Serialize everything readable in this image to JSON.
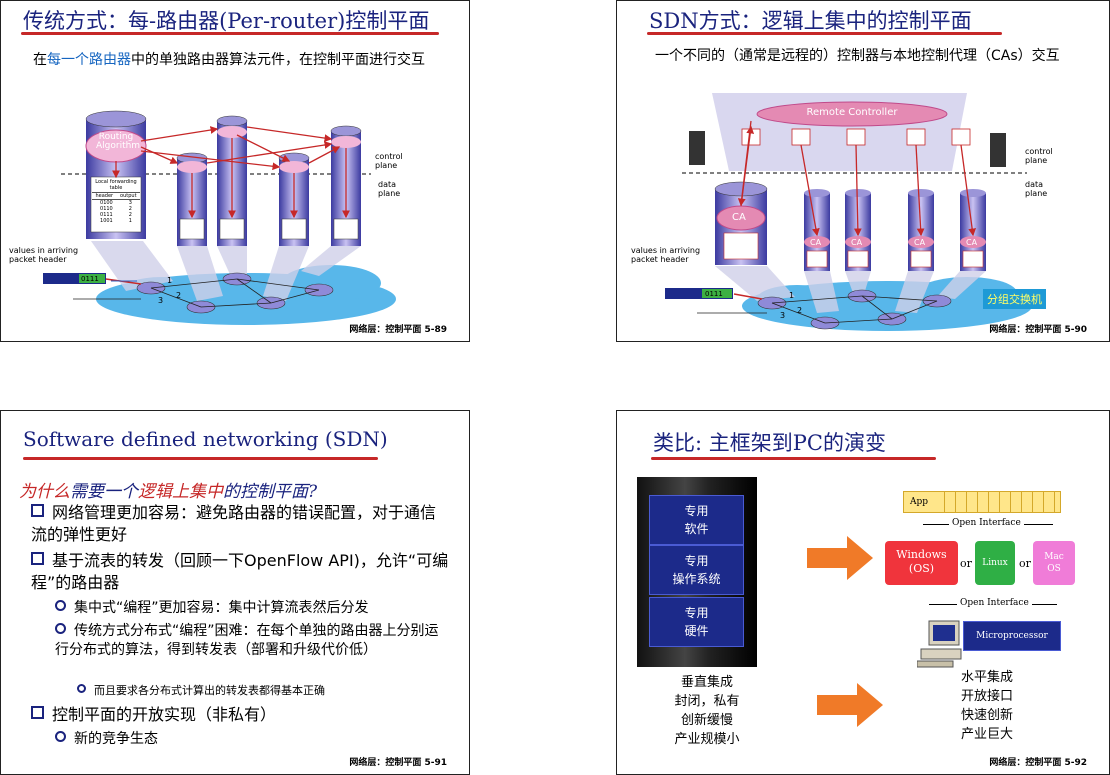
{
  "slides": [
    {
      "title": "传统方式：每-路由器(Per-router)控制平面",
      "intro_parts": [
        "在",
        "每一个路由器",
        "中的单独路由器算法元件，在控制平面进行交互"
      ],
      "routing_algorithm": "Routing\nAlgorithm",
      "control_plane": "control\nplane",
      "data_plane": "data\nplane",
      "table_title": "Local forwarding\ntable",
      "table_headers": [
        "header",
        "output"
      ],
      "table_rows": [
        [
          "0100",
          "3"
        ],
        [
          "0110",
          "2"
        ],
        [
          "0111",
          "2"
        ],
        [
          "1001",
          "1"
        ]
      ],
      "arriving": "values in arriving\npacket header",
      "packet_value": "0111",
      "ports": [
        "1",
        "2",
        "3"
      ],
      "footer": "网络层：控制平面   5-89"
    },
    {
      "title": "SDN方式：逻辑上集中的控制平面",
      "intro": "一个不同的（通常是远程的）控制器与本地控制代理（CAs）交互",
      "remote_controller": "Remote Controller",
      "control_plane": "control\nplane",
      "data_plane": "data\nplane",
      "ca": "CA",
      "arriving": "values in arriving\npacket header",
      "packet_value": "0111",
      "ports": [
        "1",
        "2",
        "3"
      ],
      "packet_switch": "分组交换机",
      "footer": "网络层：控制平面   5-90"
    },
    {
      "title": "Software defined networking (SDN)",
      "question_parts": [
        "为什么",
        "需要一个",
        "逻辑上集中",
        "的控制平面?"
      ],
      "bullets": [
        "网络管理更加容易：避免路由器的错误配置，对于通信流的弹性更好",
        "基于流表的转发（回顾一下OpenFlow API)，允许“可编程”的路由器"
      ],
      "sub_bullets": [
        "集中式“编程”更加容易：集中计算流表然后分发",
        "传统方式分布式“编程”困难：在每个单独的路由器上分别运行分布式的算法，得到转发表（部署和升级代价低）"
      ],
      "sub_sub_bullet": "而且要求各分布式计算出的转发表都得基本正确",
      "bullet3": "控制平面的开放实现（非私有）",
      "sub_bullet3": "新的竞争生态",
      "footer": "网络层：控制平面   5-91"
    },
    {
      "title": "类比: 主框架到PC的演变",
      "stack_boxes": [
        "专用\n软件",
        "专用\n操作系统",
        "专用\n硬件"
      ],
      "left_caption": "垂直集成\n封闭，私有\n创新缓慢\n产业规模小",
      "app": "App",
      "open_interface": "Open Interface",
      "windows": "Windows\n(OS)",
      "or": "or",
      "linux": "Linux",
      "mac": "Mac\nOS",
      "microprocessor": "Microprocessor",
      "right_caption": "水平集成\n开放接口\n快速创新\n产业巨大",
      "footer": "网络层：控制平面   5-92"
    }
  ],
  "colors": {
    "title": "#1a237e",
    "accent_red": "#c62828",
    "cloud": "#58b7ea",
    "router_purple": "#7a6fd0",
    "link_blue": "#1565c0"
  }
}
